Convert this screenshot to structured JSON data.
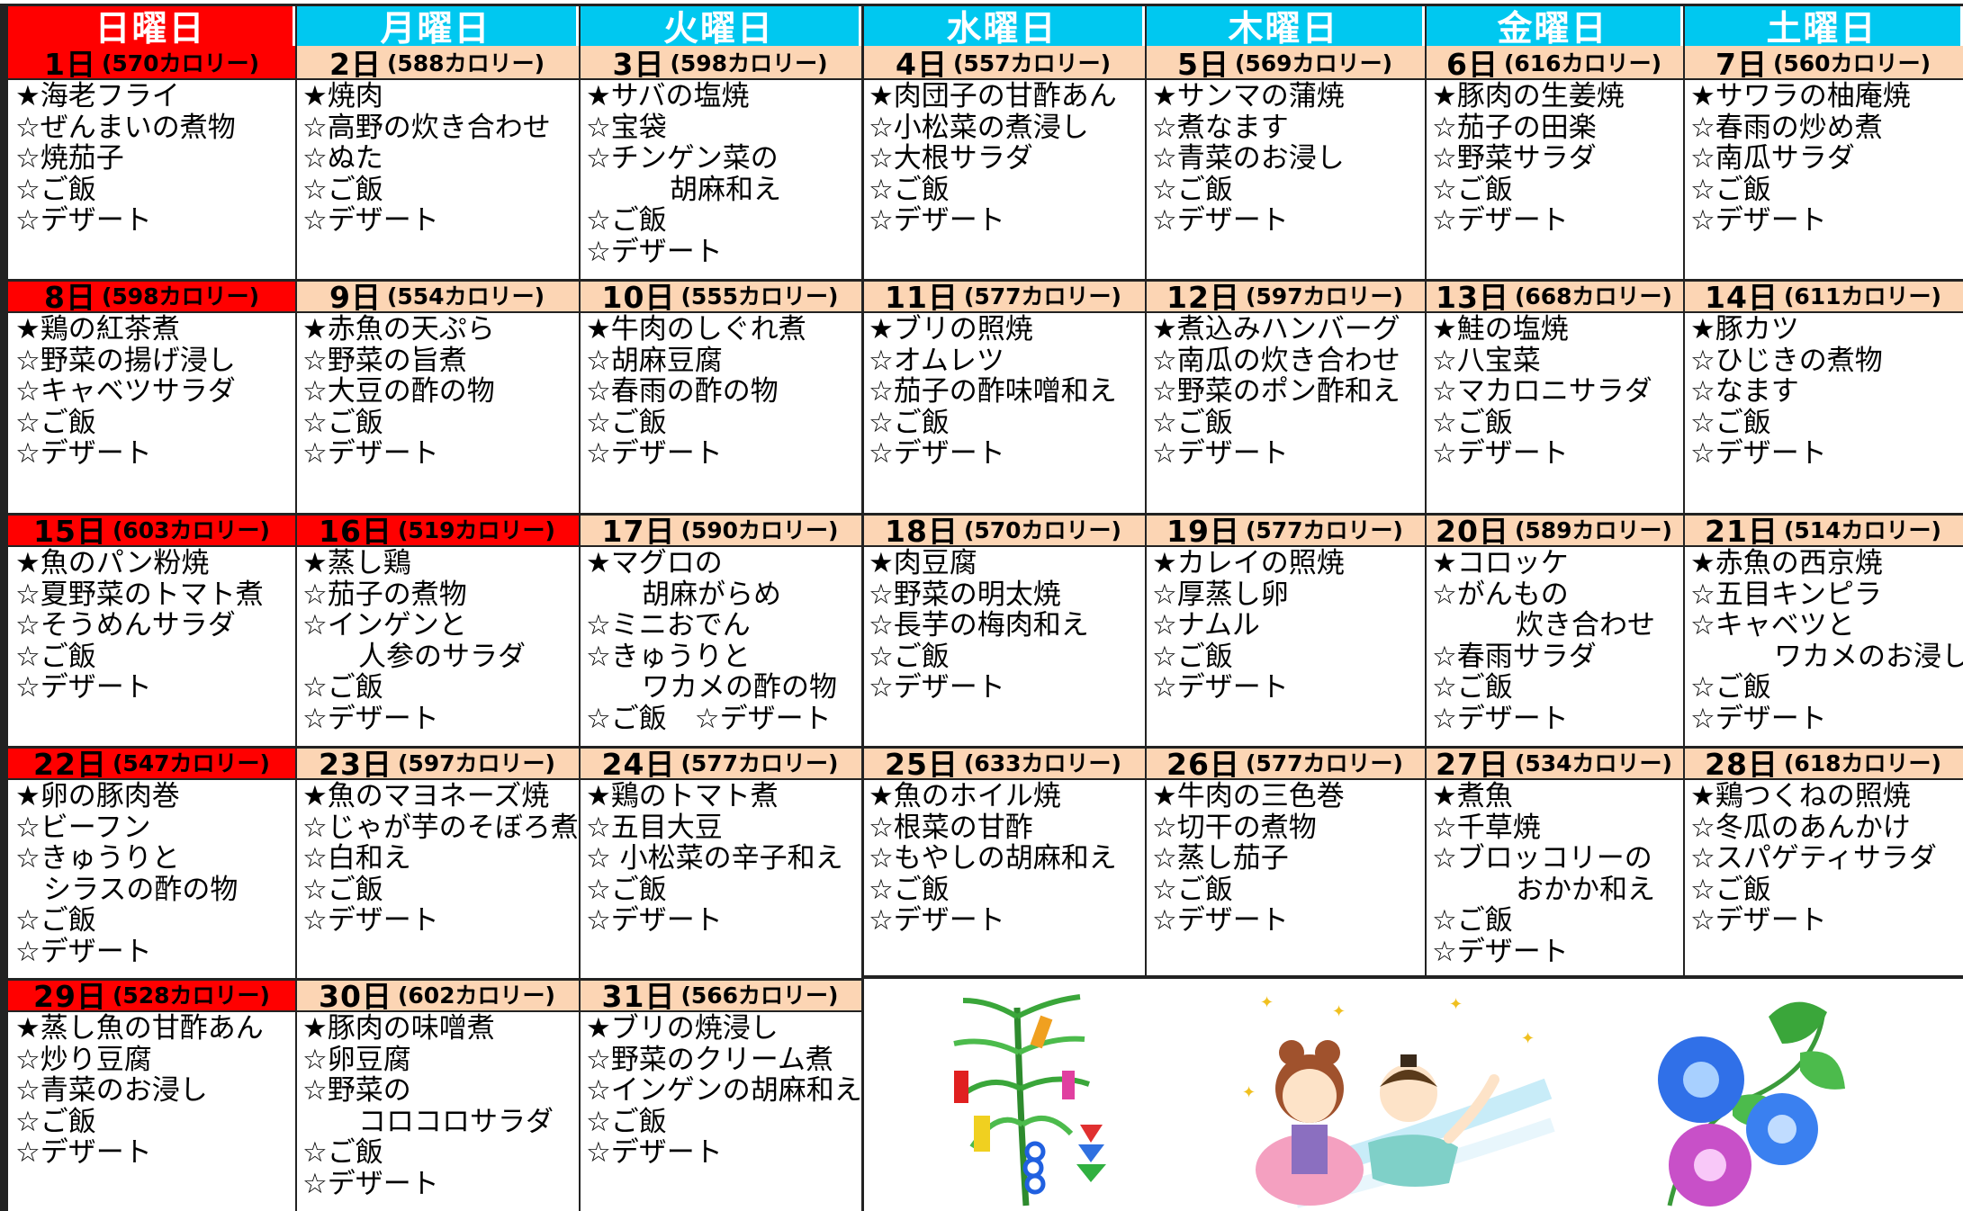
{
  "weekdays": [
    "日曜日",
    "月曜日",
    "火曜日",
    "水曜日",
    "木曜日",
    "金曜日",
    "土曜日"
  ],
  "days": [
    {
      "day": "1日",
      "kcal": "(570カロリー)",
      "red": true,
      "items": [
        "★海老フライ",
        "☆ぜんまいの煮物",
        "☆焼茄子",
        "☆ご飯",
        "☆デザート"
      ]
    },
    {
      "day": "2日",
      "kcal": "(588カロリー)",
      "red": false,
      "items": [
        "★焼肉",
        "☆高野の炊き合わせ",
        "☆ぬた",
        "☆ご飯",
        "☆デザート"
      ]
    },
    {
      "day": "3日",
      "kcal": "(598カロリー)",
      "red": false,
      "items": [
        "★サバの塩焼",
        "☆宝袋",
        "☆チンゲン菜の",
        "　　　胡麻和え",
        "☆ご飯",
        "☆デザート"
      ]
    },
    {
      "day": "4日",
      "kcal": "(557カロリー)",
      "red": false,
      "items": [
        "★肉団子の甘酢あん",
        "☆小松菜の煮浸し",
        "☆大根サラダ",
        "☆ご飯",
        "☆デザート"
      ]
    },
    {
      "day": "5日",
      "kcal": "(569カロリー)",
      "red": false,
      "items": [
        "★サンマの蒲焼",
        "☆煮なます",
        "☆青菜のお浸し",
        "☆ご飯",
        "☆デザート"
      ]
    },
    {
      "day": "6日",
      "kcal": "(616カロリー)",
      "red": false,
      "items": [
        "★豚肉の生姜焼",
        "☆茄子の田楽",
        "☆野菜サラダ",
        "☆ご飯",
        "☆デザート"
      ]
    },
    {
      "day": "7日",
      "kcal": "(560カロリー)",
      "red": false,
      "items": [
        "★サワラの柚庵焼",
        "☆春雨の炒め煮",
        "☆南瓜サラダ",
        "☆ご飯",
        "☆デザート"
      ]
    },
    {
      "day": "8日",
      "kcal": "(598カロリー)",
      "red": true,
      "items": [
        "★鶏の紅茶煮",
        "☆野菜の揚げ浸し",
        "☆キャベツサラダ",
        "☆ご飯",
        "☆デザート"
      ]
    },
    {
      "day": "9日",
      "kcal": "(554カロリー)",
      "red": false,
      "items": [
        "★赤魚の天ぷら",
        "☆野菜の旨煮",
        "☆大豆の酢の物",
        "☆ご飯",
        "☆デザート"
      ]
    },
    {
      "day": "10日",
      "kcal": "(555カロリー)",
      "red": false,
      "items": [
        "★牛肉のしぐれ煮",
        "☆胡麻豆腐",
        "☆春雨の酢の物",
        "☆ご飯",
        "☆デザート"
      ]
    },
    {
      "day": "11日",
      "kcal": "(577カロリー)",
      "red": false,
      "items": [
        "★ブリの照焼",
        "☆オムレツ",
        "☆茄子の酢味噌和え",
        "☆ご飯",
        "☆デザート"
      ]
    },
    {
      "day": "12日",
      "kcal": "(597カロリー)",
      "red": false,
      "items": [
        "★煮込みハンバーグ",
        "☆南瓜の炊き合わせ",
        "☆野菜のポン酢和え",
        "☆ご飯",
        "☆デザート"
      ]
    },
    {
      "day": "13日",
      "kcal": "(668カロリー)",
      "red": false,
      "items": [
        "★鮭の塩焼",
        "☆八宝菜",
        "☆マカロニサラダ",
        "☆ご飯",
        "☆デザート"
      ]
    },
    {
      "day": "14日",
      "kcal": "(611カロリー)",
      "red": false,
      "items": [
        "★豚カツ",
        "☆ひじきの煮物",
        "☆なます",
        "☆ご飯",
        "☆デザート"
      ]
    },
    {
      "day": "15日",
      "kcal": "(603カロリー)",
      "red": true,
      "items": [
        "★魚のパン粉焼",
        "☆夏野菜のトマト煮",
        "☆そうめんサラダ",
        "☆ご飯",
        "☆デザート"
      ]
    },
    {
      "day": "16日",
      "kcal": "(519カロリー)",
      "red": true,
      "items": [
        "★蒸し鶏",
        "☆茄子の煮物",
        "☆インゲンと",
        "　　人参のサラダ",
        "☆ご飯",
        "☆デザート"
      ]
    },
    {
      "day": "17日",
      "kcal": "(590カロリー)",
      "red": false,
      "items": [
        "★マグロの",
        "　　胡麻がらめ",
        "☆ミニおでん",
        "☆きゅうりと",
        "　　ワカメの酢の物",
        "☆ご飯　☆デザート"
      ]
    },
    {
      "day": "18日",
      "kcal": "(570カロリー)",
      "red": false,
      "items": [
        "★肉豆腐",
        "☆野菜の明太焼",
        "☆長芋の梅肉和え",
        "☆ご飯",
        "☆デザート"
      ]
    },
    {
      "day": "19日",
      "kcal": "(577カロリー)",
      "red": false,
      "items": [
        "★カレイの照焼",
        "☆厚蒸し卵",
        "☆ナムル",
        "☆ご飯",
        "☆デザート"
      ]
    },
    {
      "day": "20日",
      "kcal": "(589カロリー)",
      "red": false,
      "items": [
        "★コロッケ",
        "☆がんもの",
        "　　　炊き合わせ",
        "☆春雨サラダ",
        "☆ご飯",
        "☆デザート"
      ]
    },
    {
      "day": "21日",
      "kcal": "(514カロリー)",
      "red": false,
      "items": [
        "★赤魚の西京焼",
        "☆五目キンピラ",
        "☆キャベツと",
        "　　　ワカメのお浸し",
        "☆ご飯",
        "☆デザート"
      ]
    },
    {
      "day": "22日",
      "kcal": "(547カロリー)",
      "red": true,
      "items": [
        "★卵の豚肉巻",
        "☆ビーフン",
        "☆きゅうりと",
        "　シラスの酢の物",
        "☆ご飯",
        "☆デザート"
      ]
    },
    {
      "day": "23日",
      "kcal": "(597カロリー)",
      "red": false,
      "items": [
        "★魚のマヨネーズ焼",
        "☆じゃが芋のそぼろ煮",
        "☆白和え",
        "☆ご飯",
        "☆デザート"
      ]
    },
    {
      "day": "24日",
      "kcal": "(577カロリー)",
      "red": false,
      "items": [
        "★鶏のトマト煮",
        "☆五目大豆",
        "☆ 小松菜の辛子和え",
        "☆ご飯",
        "☆デザート"
      ]
    },
    {
      "day": "25日",
      "kcal": "(633カロリー)",
      "red": false,
      "items": [
        "★魚のホイル焼",
        "☆根菜の甘酢",
        "☆もやしの胡麻和え",
        "☆ご飯",
        "☆デザート"
      ]
    },
    {
      "day": "26日",
      "kcal": "(577カロリー)",
      "red": false,
      "items": [
        "★牛肉の三色巻",
        "☆切干の煮物",
        "☆蒸し茄子",
        "☆ご飯",
        "☆デザート"
      ]
    },
    {
      "day": "27日",
      "kcal": "(534カロリー)",
      "red": false,
      "items": [
        "★煮魚",
        "☆千草焼",
        "☆ブロッコリーの",
        "　　　おかか和え",
        "☆ご飯",
        "☆デザート"
      ]
    },
    {
      "day": "28日",
      "kcal": "(618カロリー)",
      "red": false,
      "items": [
        "★鶏つくねの照焼",
        "☆冬瓜のあんかけ",
        "☆スパゲティサラダ",
        "☆ご飯",
        "☆デザート"
      ]
    },
    {
      "day": "29日",
      "kcal": "(528カロリー)",
      "red": true,
      "items": [
        "★蒸し魚の甘酢あん",
        "☆炒り豆腐",
        "☆青菜のお浸し",
        "☆ご飯",
        "☆デザート"
      ]
    },
    {
      "day": "30日",
      "kcal": "(602カロリー)",
      "red": false,
      "items": [
        "★豚肉の味噌煮",
        "☆卵豆腐",
        "☆野菜の",
        "　　コロコロサラダ",
        "☆ご飯",
        "☆デザート"
      ]
    },
    {
      "day": "31日",
      "kcal": "(566カロリー)",
      "red": false,
      "items": [
        "★ブリの焼浸し",
        "☆野菜のクリーム煮",
        "☆インゲンの胡麻和え",
        "☆ご飯",
        "☆デザート"
      ]
    }
  ],
  "colors": {
    "sunday_header": "#ff0000",
    "weekday_header": "#00c8f0",
    "date_peach": "#fcd5b4",
    "holiday_red": "#ff0000"
  },
  "illustrations": [
    "tanabata-bamboo",
    "orihime-hikoboshi",
    "morning-glory"
  ]
}
